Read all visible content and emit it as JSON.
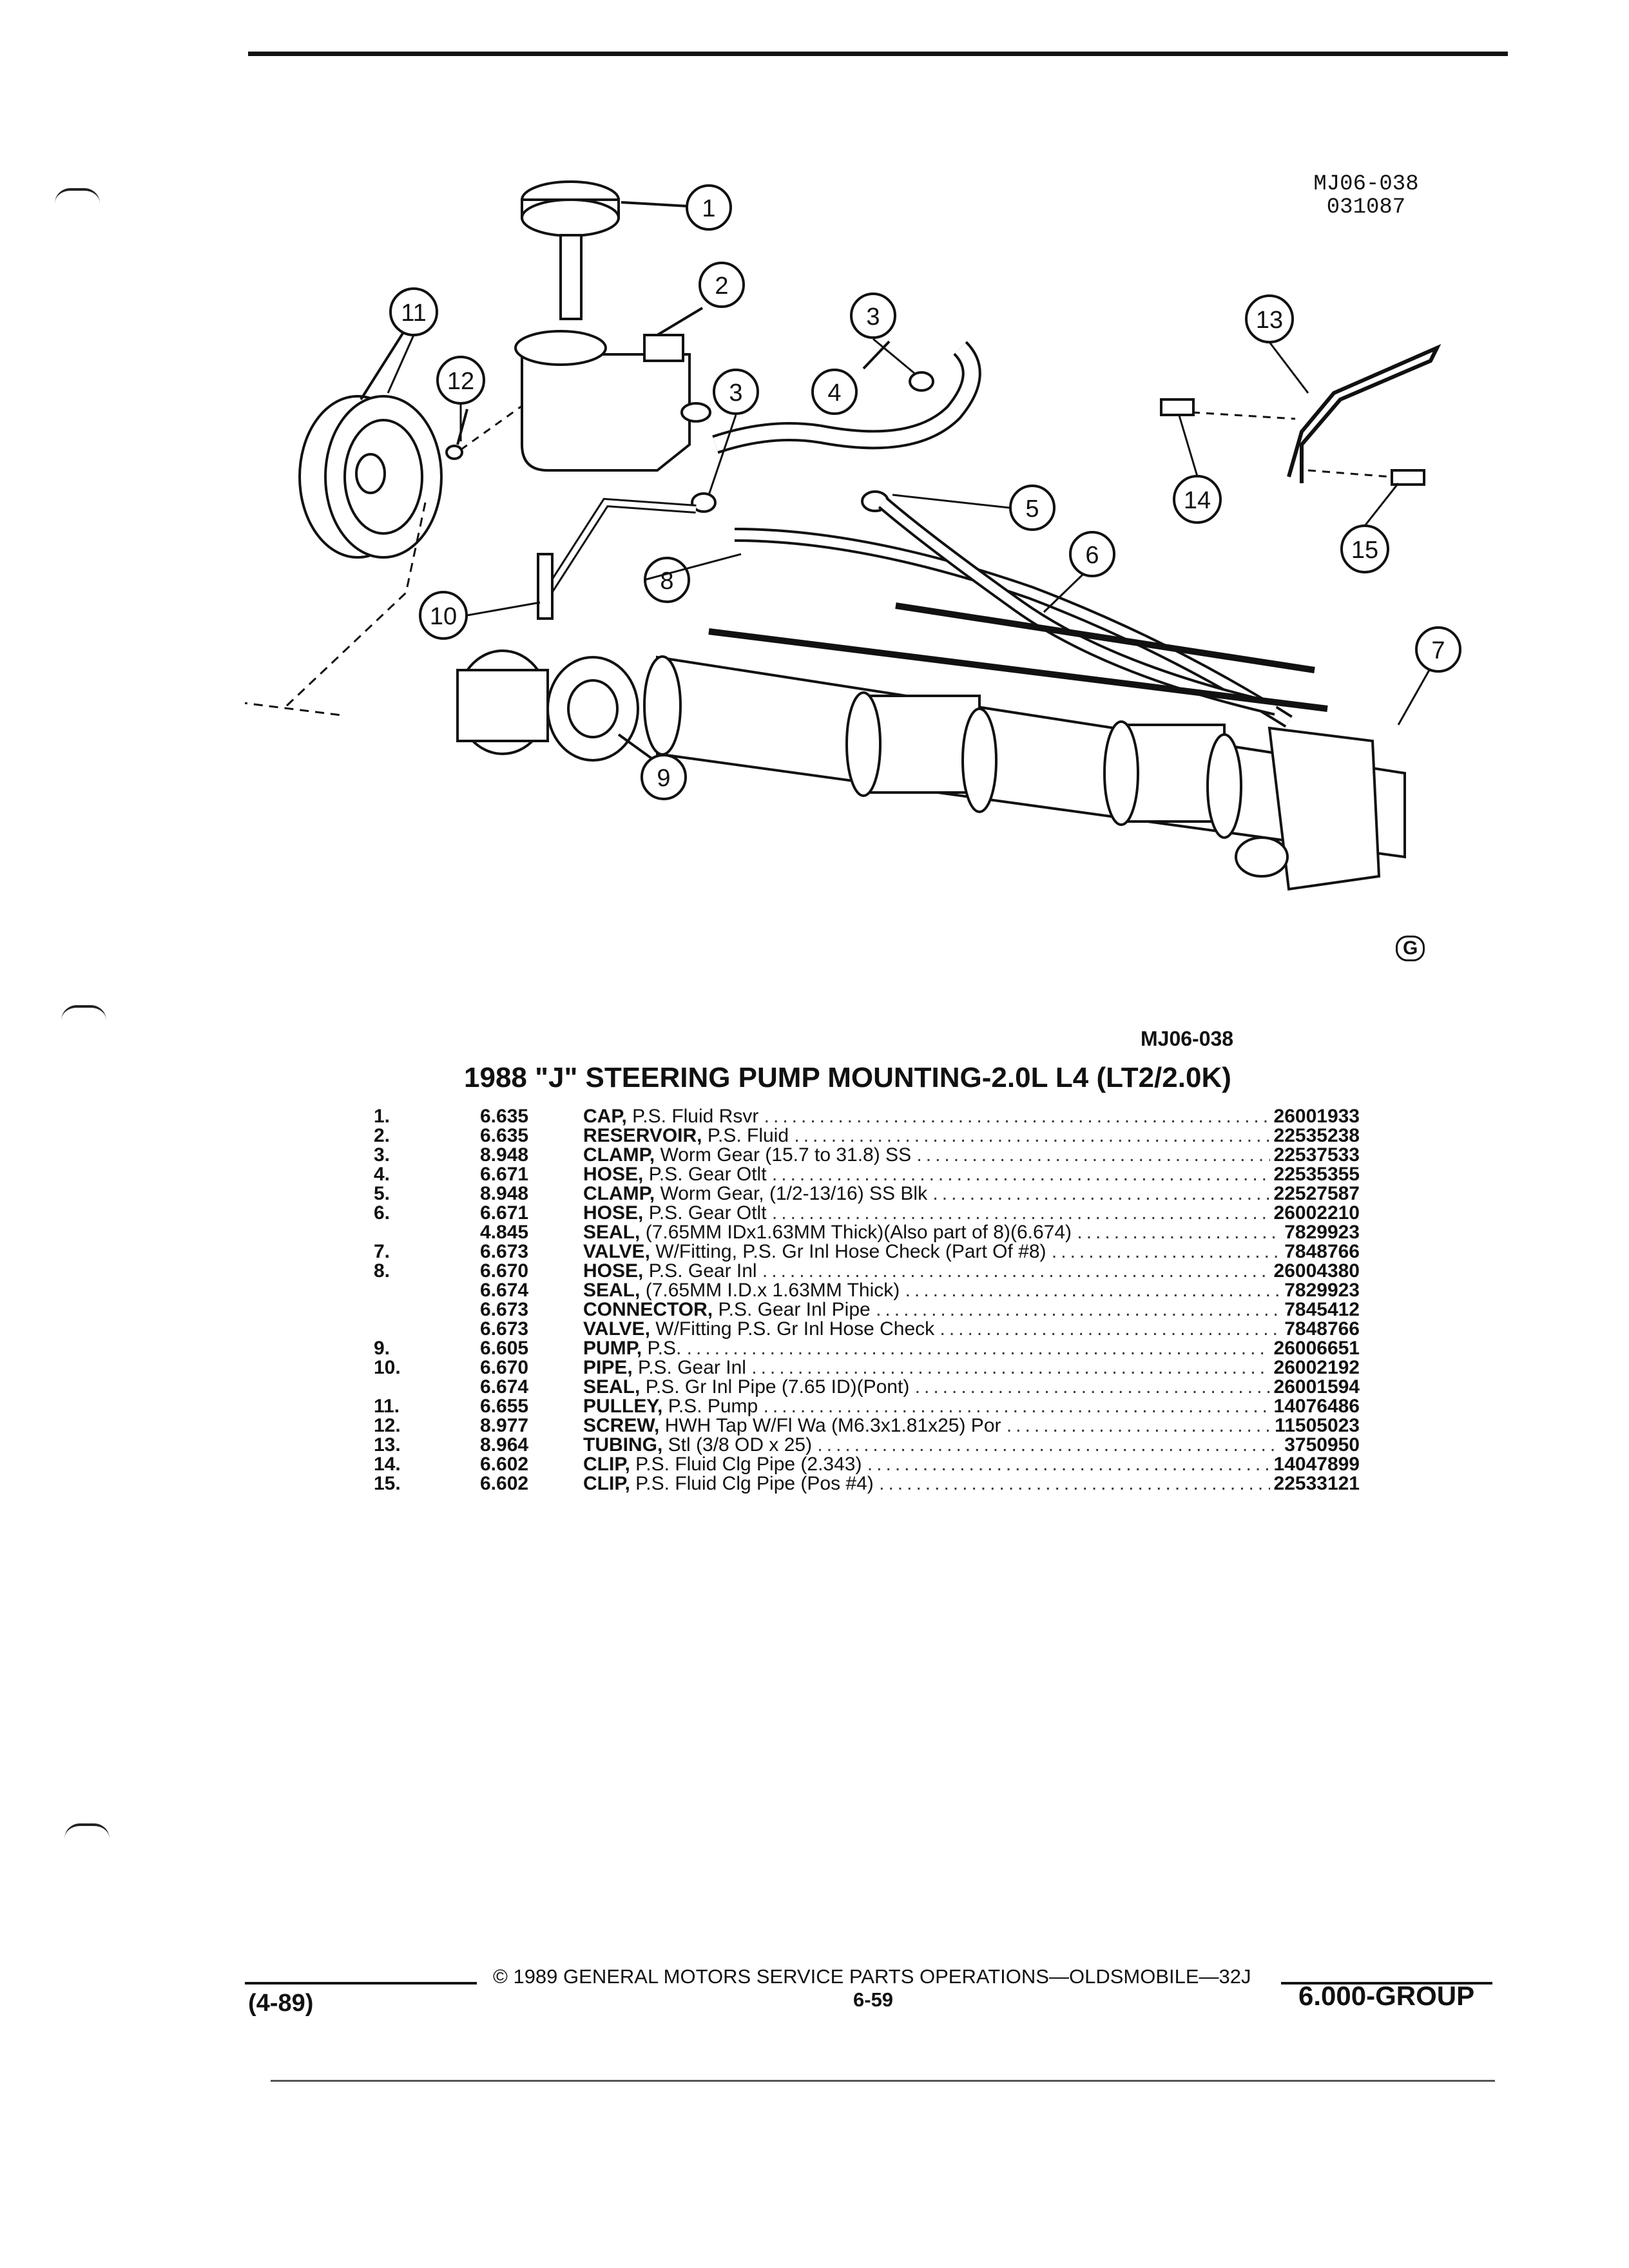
{
  "diagram": {
    "ref_code_line1": "MJ06-038",
    "ref_code_line2": "031087",
    "logo_text": "G",
    "callouts": [
      "1",
      "2",
      "3",
      "3",
      "4",
      "5",
      "6",
      "7",
      "8",
      "9",
      "10",
      "11",
      "12",
      "13",
      "14",
      "15"
    ]
  },
  "catalog": {
    "figure_ref": "MJ06-038",
    "title": "1988 \"J\" STEERING PUMP MOUNTING-2.0L L4 (LT2/2.0K)",
    "parts": [
      {
        "num": "1.",
        "group": "6.635",
        "name": "CAP,",
        "desc": "P.S. Fluid Rsvr",
        "part_no": "26001933"
      },
      {
        "num": "2.",
        "group": "6.635",
        "name": "RESERVOIR,",
        "desc": "P.S. Fluid",
        "part_no": "22535238"
      },
      {
        "num": "3.",
        "group": "8.948",
        "name": "CLAMP,",
        "desc": "Worm Gear (15.7 to 31.8) SS",
        "part_no": "22537533"
      },
      {
        "num": "4.",
        "group": "6.671",
        "name": "HOSE,",
        "desc": "P.S. Gear Otlt",
        "part_no": "22535355"
      },
      {
        "num": "5.",
        "group": "8.948",
        "name": "CLAMP,",
        "desc": "Worm Gear, (1/2-13/16) SS Blk",
        "part_no": "22527587"
      },
      {
        "num": "6.",
        "group": "6.671",
        "name": "HOSE,",
        "desc": "P.S. Gear Otlt",
        "part_no": "26002210"
      },
      {
        "num": "",
        "group": "4.845",
        "name": "SEAL,",
        "desc": "(7.65MM IDx1.63MM Thick)(Also part of 8)(6.674)",
        "part_no": "7829923"
      },
      {
        "num": "7.",
        "group": "6.673",
        "name": "VALVE,",
        "desc": "W/Fitting, P.S. Gr Inl Hose Check (Part Of #8)",
        "part_no": "7848766"
      },
      {
        "num": "8.",
        "group": "6.670",
        "name": "HOSE,",
        "desc": "P.S. Gear Inl",
        "part_no": "26004380"
      },
      {
        "num": "",
        "group": "6.674",
        "name": "SEAL,",
        "desc": "(7.65MM I.D.x 1.63MM Thick)",
        "part_no": "7829923"
      },
      {
        "num": "",
        "group": "6.673",
        "name": "CONNECTOR,",
        "desc": "P.S. Gear Inl Pipe",
        "part_no": "7845412"
      },
      {
        "num": "",
        "group": "6.673",
        "name": "VALVE,",
        "desc": "W/Fitting P.S. Gr Inl Hose Check",
        "part_no": "7848766"
      },
      {
        "num": "9.",
        "group": "6.605",
        "name": "PUMP,",
        "desc": "P.S.",
        "part_no": "26006651"
      },
      {
        "num": "10.",
        "group": "6.670",
        "name": "PIPE,",
        "desc": "P.S. Gear Inl",
        "part_no": "26002192"
      },
      {
        "num": "",
        "group": "6.674",
        "name": "SEAL,",
        "desc": "P.S. Gr Inl Pipe (7.65 ID)(Pont)",
        "part_no": "26001594"
      },
      {
        "num": "11.",
        "group": "6.655",
        "name": "PULLEY,",
        "desc": "P.S. Pump",
        "part_no": "14076486"
      },
      {
        "num": "12.",
        "group": "8.977",
        "name": "SCREW,",
        "desc": "HWH Tap W/Fl Wa (M6.3x1.81x25) Por",
        "part_no": "11505023"
      },
      {
        "num": "13.",
        "group": "8.964",
        "name": "TUBING,",
        "desc": "Stl (3/8 OD x 25)",
        "part_no": "3750950"
      },
      {
        "num": "14.",
        "group": "6.602",
        "name": "CLIP,",
        "desc": "P.S. Fluid Clg Pipe (2.343)",
        "part_no": "14047899"
      },
      {
        "num": "15.",
        "group": "6.602",
        "name": "CLIP,",
        "desc": "P.S. Fluid Clg Pipe (Pos #4)",
        "part_no": "22533121"
      }
    ]
  },
  "footer": {
    "copyright": "© 1989 GENERAL MOTORS SERVICE PARTS OPERATIONS—OLDSMOBILE—32J",
    "revision": "(4-89)",
    "page": "6-59",
    "group": "6.000-GROUP"
  }
}
